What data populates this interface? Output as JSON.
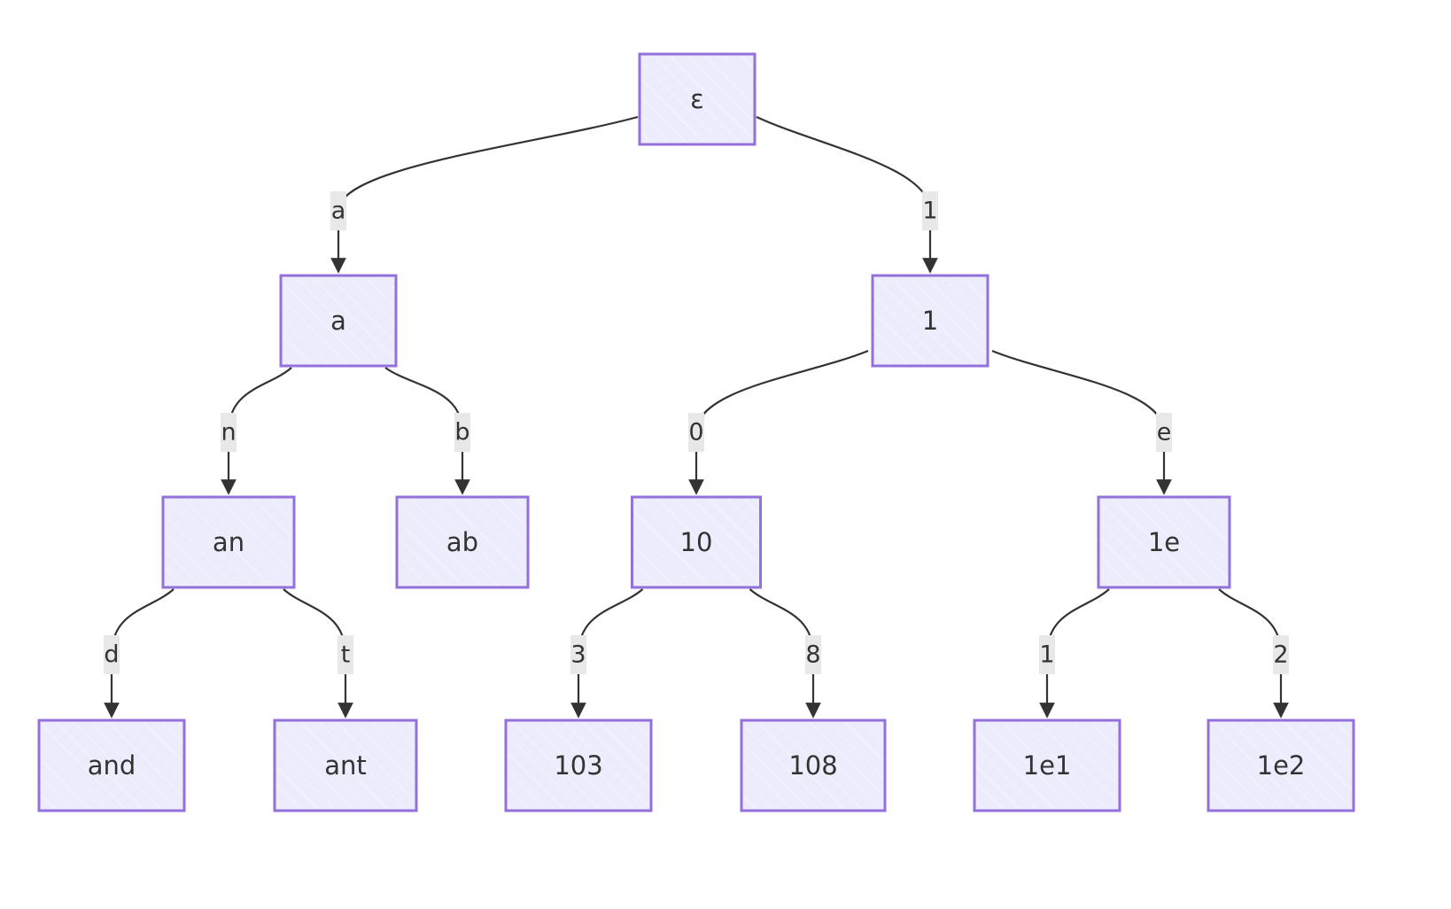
{
  "colors": {
    "node_fill": "#ececfd",
    "node_stroke": "#9370db",
    "edge": "#333333",
    "edge_label_bg": "#e8e8e8",
    "text": "#333333"
  },
  "nodes": [
    {
      "id": "root",
      "label": "ε"
    },
    {
      "id": "a",
      "label": "a"
    },
    {
      "id": "1",
      "label": "1"
    },
    {
      "id": "an",
      "label": "an"
    },
    {
      "id": "ab",
      "label": "ab"
    },
    {
      "id": "10",
      "label": "10"
    },
    {
      "id": "1e",
      "label": "1e"
    },
    {
      "id": "and",
      "label": "and"
    },
    {
      "id": "ant",
      "label": "ant"
    },
    {
      "id": "103",
      "label": "103"
    },
    {
      "id": "108",
      "label": "108"
    },
    {
      "id": "1e1",
      "label": "1e1"
    },
    {
      "id": "1e2",
      "label": "1e2"
    }
  ],
  "edges": [
    {
      "from": "root",
      "to": "a",
      "label": "a"
    },
    {
      "from": "root",
      "to": "1",
      "label": "1"
    },
    {
      "from": "a",
      "to": "an",
      "label": "n"
    },
    {
      "from": "a",
      "to": "ab",
      "label": "b"
    },
    {
      "from": "1",
      "to": "10",
      "label": "0"
    },
    {
      "from": "1",
      "to": "1e",
      "label": "e"
    },
    {
      "from": "an",
      "to": "and",
      "label": "d"
    },
    {
      "from": "an",
      "to": "ant",
      "label": "t"
    },
    {
      "from": "10",
      "to": "103",
      "label": "3"
    },
    {
      "from": "10",
      "to": "108",
      "label": "8"
    },
    {
      "from": "1e",
      "to": "1e1",
      "label": "1"
    },
    {
      "from": "1e",
      "to": "1e2",
      "label": "2"
    }
  ]
}
